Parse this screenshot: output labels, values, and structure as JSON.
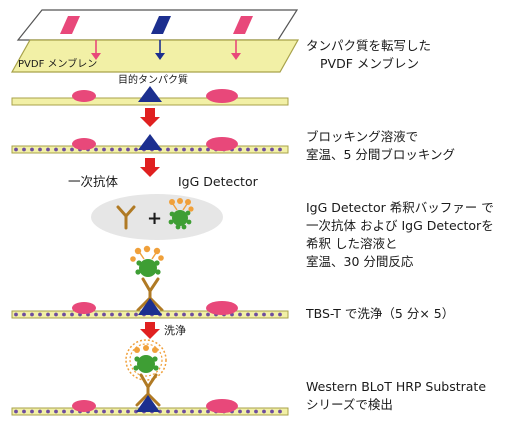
{
  "diagram": {
    "membrane_label": "PVDF メンブレン",
    "target_protein_label": "目的タンパク質",
    "primary_antibody_label": "一次抗体",
    "igg_detector_label": "IgG Detector",
    "wash_label": "洗浄",
    "mix_plus": "+"
  },
  "steps": [
    {
      "lines": [
        "タンパク質を転写した",
        "PVDF メンブレン"
      ]
    },
    {
      "lines": [
        "ブロッキング溶液で",
        "室温、5 分間ブロッキング"
      ]
    },
    {
      "lines": [
        "IgG Detector 希釈バッファー で",
        "一次抗体 および IgG Detectorを",
        "希釈 した溶液と",
        "室温、30 分間反応"
      ]
    },
    {
      "lines": [
        "TBS-T で洗浄（5 分× 5）"
      ]
    },
    {
      "lines": [
        "Western BLoT HRP Substrate",
        "シリーズで検出"
      ]
    }
  ],
  "colors": {
    "membrane": "#f2f0a6",
    "membrane_border": "#a8a24a",
    "gel_band": "#e8487a",
    "target_band": "#1c2f8f",
    "arrow": "#e02020",
    "blocking": "#6e4e9e",
    "antibody": "#b07a24",
    "detector": "#3e9e34",
    "hrp": "#f0a03a",
    "mix_bg": "#e6e6e6"
  },
  "icons": {
    "arrow": "red-down-arrow-icon",
    "antibody": "antibody-y-icon",
    "detector": "igg-detector-icon"
  }
}
